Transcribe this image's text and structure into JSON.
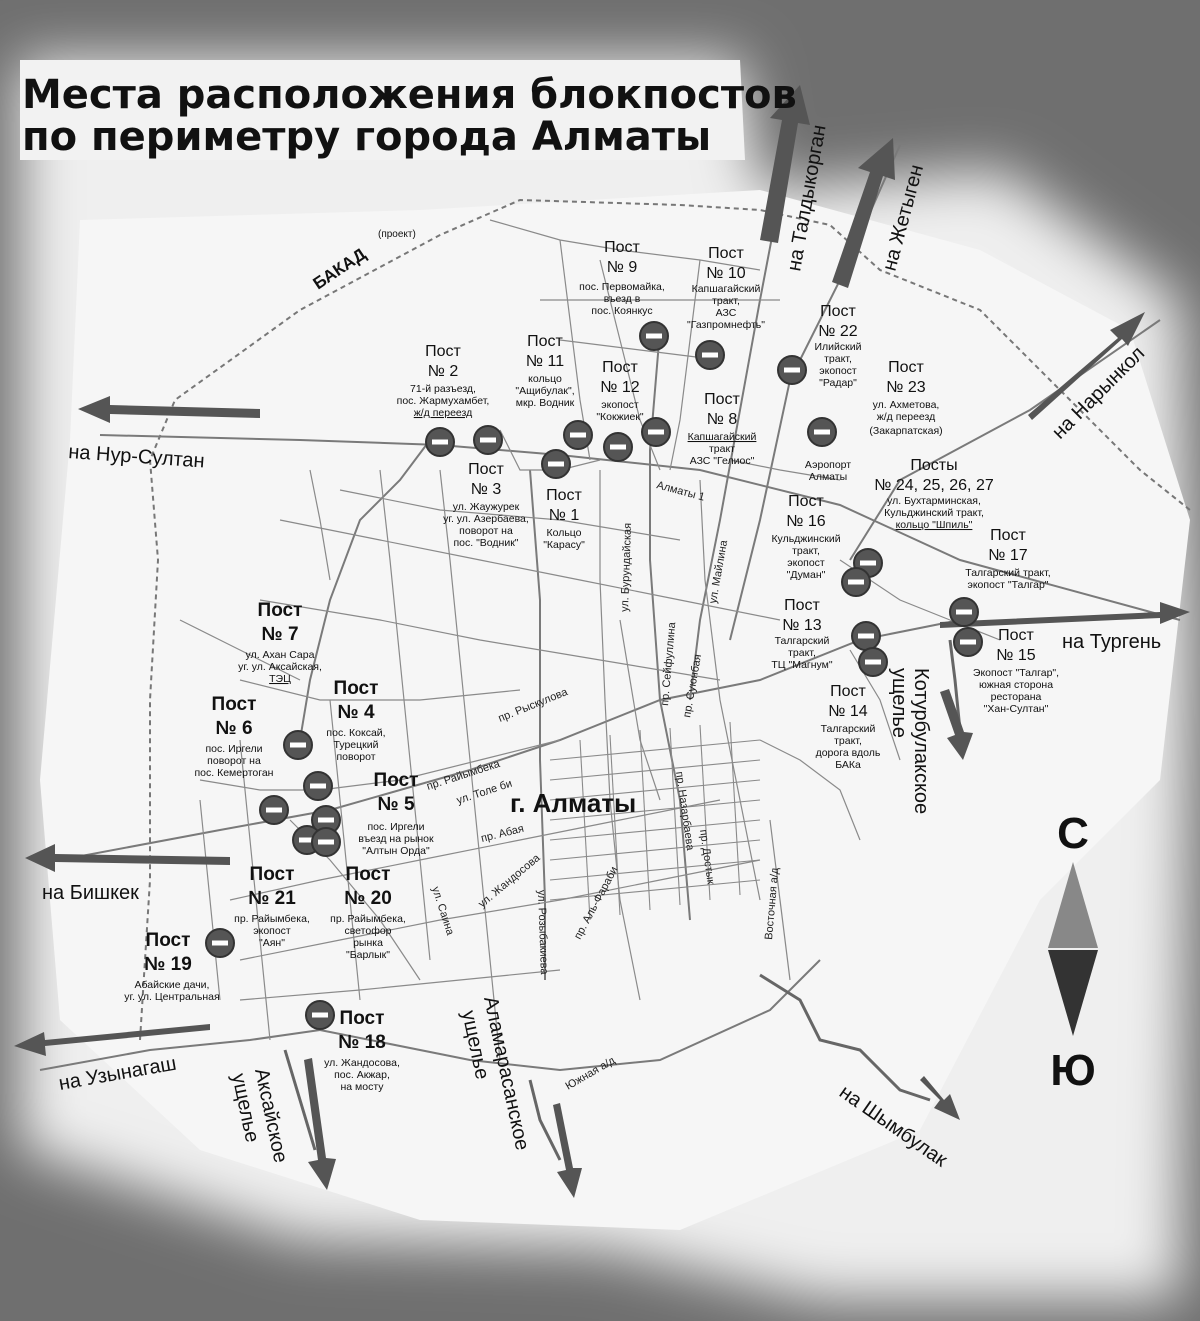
{
  "title": {
    "line1": "Места расположения блокпостов",
    "line2": "по периметру города Алматы"
  },
  "ring_road": {
    "name": "БАКАД",
    "note": "(проект)"
  },
  "city_label": "г. Алматы",
  "compass": {
    "north": "С",
    "south": "Ю"
  },
  "directions": [
    {
      "id": "taldykorgan",
      "text": "на Талдыкорган"
    },
    {
      "id": "zhetygen",
      "text": "на Жетыген"
    },
    {
      "id": "narynkol",
      "text": "на Нарынкол"
    },
    {
      "id": "nursultan",
      "text": "на Нур-Султан"
    },
    {
      "id": "turgen",
      "text": "на Тургень"
    },
    {
      "id": "bishkek",
      "text": "на Бишкек"
    },
    {
      "id": "uzynagash",
      "text": "на Узынагаш"
    },
    {
      "id": "shymbulak",
      "text": "на Шымбулак"
    }
  ],
  "gorges": [
    {
      "id": "kotyrbulak",
      "line1": "Котурбулакское",
      "line2": "ущелье"
    },
    {
      "id": "aksay",
      "line1": "Аксайское",
      "line2": "ущелье"
    },
    {
      "id": "almarasan",
      "line1": "Аламарасанское",
      "line2": "ущелье"
    }
  ],
  "streets": [
    {
      "id": "buryndai",
      "text": "ул. Бурундайская"
    },
    {
      "id": "seifullina",
      "text": "пр. Сейфуллина"
    },
    {
      "id": "maylina",
      "text": "ул. Майлина"
    },
    {
      "id": "suyunbai",
      "text": "пр. Суюнбая"
    },
    {
      "id": "ryskulova",
      "text": "пр. Рыскулова"
    },
    {
      "id": "raiymbeka",
      "text": "пр. Райымбека"
    },
    {
      "id": "tole_bi",
      "text": "ул. Толе би"
    },
    {
      "id": "abaya",
      "text": "пр. Абая"
    },
    {
      "id": "nazarbaeva",
      "text": "пр. Назарбаева"
    },
    {
      "id": "dostyk",
      "text": "пр. Достык"
    },
    {
      "id": "zhandosova",
      "text": "ул. Жандосова"
    },
    {
      "id": "saina",
      "text": "ул. Саина"
    },
    {
      "id": "rozybakieva",
      "text": "ул. Розыбакиева"
    },
    {
      "id": "alfarabi",
      "text": "пр. Аль-Фараби"
    },
    {
      "id": "vostochnaya",
      "text": "Восточная а/д"
    },
    {
      "id": "yuzhnaya",
      "text": "Южная а/д"
    },
    {
      "id": "almaty1",
      "text": "Алматы 1"
    }
  ],
  "posts": [
    {
      "id": "p9",
      "head": "Пост",
      "num": "№ 9",
      "desc": [
        "пос. Первомайка,",
        "въезд в",
        "пос. Коянкус"
      ]
    },
    {
      "id": "p10",
      "head": "Пост",
      "num": "№ 10",
      "desc": [
        "Капшагайский",
        "тракт,",
        "АЗС",
        "\"Газпромнефть\""
      ]
    },
    {
      "id": "p22",
      "head": "Пост",
      "num": "№ 22",
      "desc": [
        "Илийский",
        "тракт,",
        "экопост",
        "\"Радар\""
      ]
    },
    {
      "id": "p2",
      "head": "Пост",
      "num": "№ 2",
      "desc": [
        "71-й разъезд,",
        "пос. Жармухамбет,",
        "ж/д переезд"
      ]
    },
    {
      "id": "p11",
      "head": "Пост",
      "num": "№ 11",
      "desc": [
        "кольцо",
        "\"Ащибулак\",",
        "мкр. Водник"
      ]
    },
    {
      "id": "p12",
      "head": "Пост",
      "num": "№ 12",
      "desc": [
        "экопост",
        "\"Кокжиек\""
      ]
    },
    {
      "id": "p8",
      "head": "Пост",
      "num": "№ 8",
      "desc": [
        "Капшагайский",
        "тракт",
        "АЗС \"Гелиос\""
      ]
    },
    {
      "id": "p23",
      "head": "Пост",
      "num": "№ 23",
      "desc": [
        "ул. Ахметова,",
        "ж/д переезд",
        "(Закарпатская)"
      ]
    },
    {
      "id": "airport",
      "text": [
        "Аэропорт",
        "Алматы"
      ]
    },
    {
      "id": "p3",
      "head": "Пост",
      "num": "№ 3",
      "desc": [
        "ул. Жаужурек",
        "уг. ул. Азербаева,",
        "поворот на",
        "пос. \"Водник\""
      ]
    },
    {
      "id": "p1",
      "head": "Пост",
      "num": "№ 1",
      "desc": [
        "Кольцо",
        "\"Карасу\""
      ]
    },
    {
      "id": "p24",
      "head": "Посты",
      "num": "№ 24, 25, 26, 27",
      "desc": [
        "ул. Бухтарминская,",
        "Кульджинский тракт,",
        "кольцо \"Шпиль\""
      ]
    },
    {
      "id": "p16",
      "head": "Пост",
      "num": "№ 16",
      "desc": [
        "Кульджинский",
        "тракт,",
        "экопост",
        "\"Думан\""
      ]
    },
    {
      "id": "p17",
      "head": "Пост",
      "num": "№ 17",
      "desc": [
        "Талгарский тракт,",
        "экопост \"Талгар\""
      ]
    },
    {
      "id": "p13",
      "head": "Пост",
      "num": "№ 13",
      "desc": [
        "Талгарский",
        "тракт,",
        "ТЦ \"Магнум\""
      ]
    },
    {
      "id": "p15",
      "head": "Пост",
      "num": "№ 15",
      "desc": [
        "Экопост \"Талгар\",",
        "южная сторона",
        "ресторана",
        "\"Хан-Султан\""
      ]
    },
    {
      "id": "p14",
      "head": "Пост",
      "num": "№ 14",
      "desc": [
        "Талгарский",
        "тракт,",
        "дорога вдоль",
        "БАКа"
      ]
    },
    {
      "id": "p7",
      "head": "Пост",
      "num": "№ 7",
      "desc": [
        "ул. Ахан Сара",
        "уг. ул. Аксайская,",
        "ТЭЦ"
      ]
    },
    {
      "id": "p4",
      "head": "Пост",
      "num": "№ 4",
      "desc": [
        "пос. Коксай,",
        "Турецкий",
        "поворот"
      ]
    },
    {
      "id": "p6",
      "head": "Пост",
      "num": "№ 6",
      "desc": [
        "пос. Иргели",
        "поворот на",
        "пос. Кемертоган"
      ]
    },
    {
      "id": "p5",
      "head": "Пост",
      "num": "№ 5",
      "desc": [
        "пос. Иргели",
        "въезд на рынок",
        "\"Алтын Орда\""
      ]
    },
    {
      "id": "p21",
      "head": "Пост",
      "num": "№ 21",
      "desc": [
        "пр. Райымбека,",
        "экопост",
        "\"Аян\""
      ]
    },
    {
      "id": "p20",
      "head": "Пост",
      "num": "№ 20",
      "desc": [
        "пр. Райымбека,",
        "светофор",
        "рынка",
        "\"Барлык\""
      ]
    },
    {
      "id": "p19",
      "head": "Пост",
      "num": "№ 19",
      "desc": [
        "Абайские дачи,",
        "уг. ул. Центральная"
      ]
    },
    {
      "id": "p18",
      "head": "Пост",
      "num": "№ 18",
      "desc": [
        "ул. Жандосова,",
        "пос. Акжар,",
        "на мосту"
      ]
    }
  ]
}
